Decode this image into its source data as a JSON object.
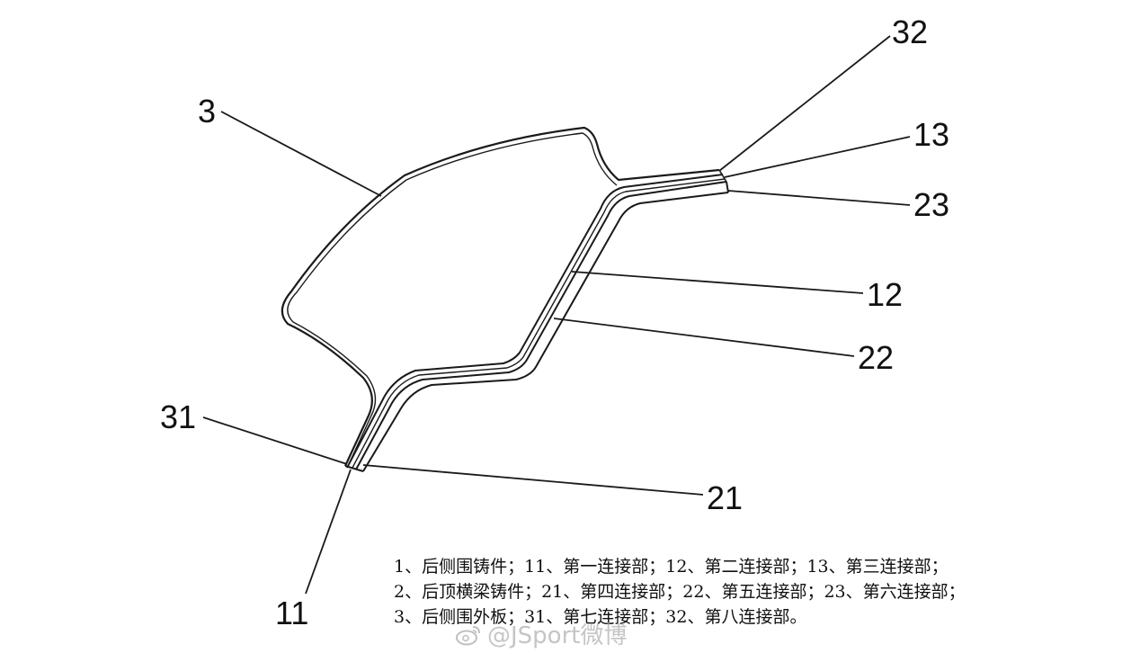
{
  "callouts": {
    "c3": "3",
    "c32": "32",
    "c13": "13",
    "c23": "23",
    "c12": "12",
    "c22": "22",
    "c31": "31",
    "c21": "21",
    "c11": "11"
  },
  "legend": {
    "line1": "1、后侧围铸件；11、第一连接部；12、第二连接部；13、第三连接部；",
    "line2": "2、后顶横梁铸件；21、第四连接部；22、第五连接部；23、第六连接部；",
    "line3": "3、后侧围外板；31、第七连接部；32、第八连接部。"
  },
  "watermark": {
    "text": "@JSport微博",
    "icon": "weibo-icon"
  },
  "colors": {
    "line": "#1a1a1a",
    "watermark": "#969696"
  }
}
